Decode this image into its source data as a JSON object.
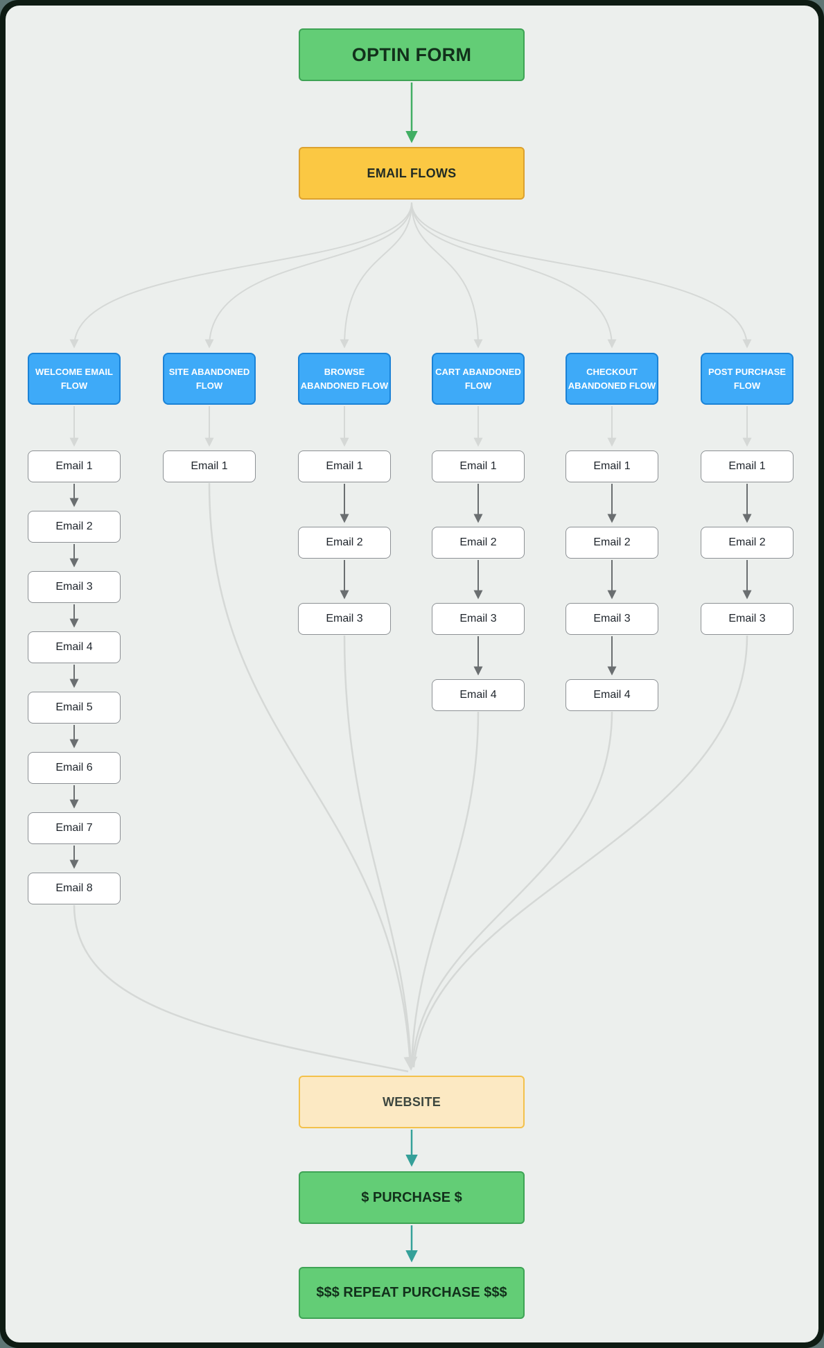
{
  "nodes": {
    "optin": {
      "label": "OPTIN FORM"
    },
    "email_flows": {
      "label": "EMAIL FLOWS"
    },
    "website": {
      "label": "WEBSITE"
    },
    "purchase": {
      "label": "$ PURCHASE $"
    },
    "repeat_purchase": {
      "label": "$$$ REPEAT PURCHASE $$$"
    }
  },
  "flows": [
    {
      "id": "welcome",
      "title_lines": [
        "WELCOME EMAIL",
        "FLOW"
      ],
      "emails": [
        "Email 1",
        "Email 2",
        "Email 3",
        "Email 4",
        "Email 5",
        "Email 6",
        "Email 7",
        "Email 8"
      ]
    },
    {
      "id": "site",
      "title_lines": [
        "SITE ABANDONED",
        "FLOW"
      ],
      "emails": [
        "Email 1"
      ]
    },
    {
      "id": "browse",
      "title_lines": [
        "BROWSE",
        "ABANDONED FLOW"
      ],
      "emails": [
        "Email 1",
        "Email 2",
        "Email 3"
      ]
    },
    {
      "id": "cart",
      "title_lines": [
        "CART ABANDONED",
        "FLOW"
      ],
      "emails": [
        "Email 1",
        "Email 2",
        "Email 3",
        "Email 4"
      ]
    },
    {
      "id": "checkout",
      "title_lines": [
        "CHECKOUT",
        "ABANDONED FLOW"
      ],
      "emails": [
        "Email 1",
        "Email 2",
        "Email 3",
        "Email 4"
      ]
    },
    {
      "id": "post_purchase",
      "title_lines": [
        "POST PURCHASE",
        "FLOW"
      ],
      "emails": [
        "Email 1",
        "Email 2",
        "Email 3"
      ]
    }
  ],
  "colors": {
    "canvas_bg": "#ECEFED",
    "frame": "#0E1B13",
    "outside": "#5E7574",
    "green_fill": "#63CD76",
    "green_border": "#3EA355",
    "green_text": "#12301B",
    "yellow_fill": "#FBC843",
    "yellow_border": "#DCA12F",
    "yellow_text": "#212B24",
    "blue_fill": "#3EAAF8",
    "blue_border": "#1B82D6",
    "blue_text": "#FFFFFF",
    "cream_fill": "#FCE9C3",
    "cream_border": "#F3C14B",
    "cream_text": "#3C463F",
    "email_fill": "#FFFFFF",
    "email_border": "#8C9094",
    "email_text": "#1E242B",
    "arrow_green": "#41AE63",
    "arrow_teal": "#35A099",
    "arrow_dark": "#6A6E70",
    "arrow_light": "#D5D8D6"
  }
}
